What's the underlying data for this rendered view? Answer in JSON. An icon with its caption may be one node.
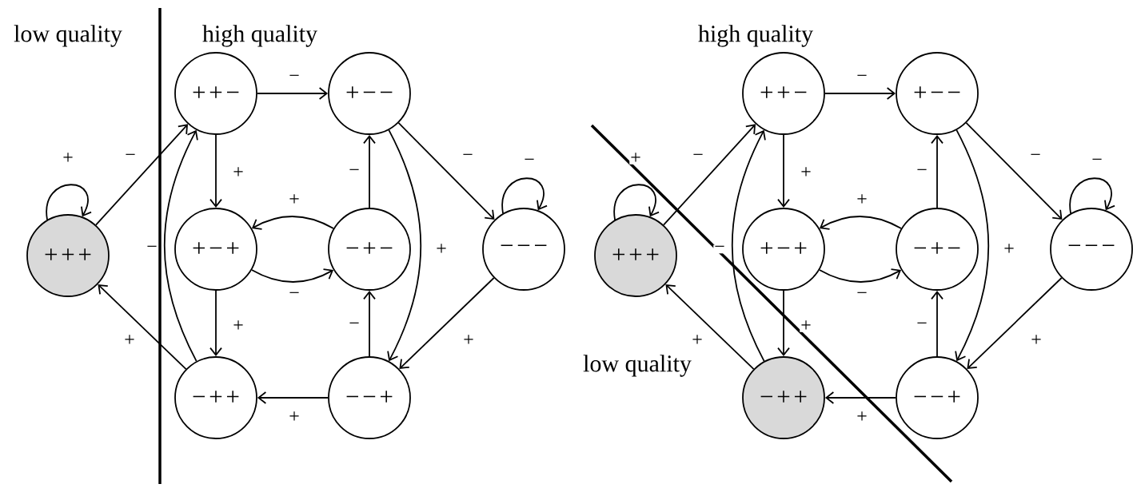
{
  "diagram": {
    "nodes": [
      {
        "text": [
          "+++"
        ]
      },
      {
        "text": [
          "++−"
        ]
      },
      {
        "text": [
          "+−−"
        ]
      },
      {
        "text": [
          "+−+"
        ]
      },
      {
        "text": [
          "−+−"
        ]
      },
      {
        "text": [
          "−−−"
        ]
      },
      {
        "text": [
          "−++"
        ]
      },
      {
        "text": [
          "−−+"
        ]
      },
      {
        "text": [
          "+++"
        ]
      },
      {
        "text": [
          "++−"
        ]
      },
      {
        "text": [
          "+−−"
        ]
      },
      {
        "text": [
          "+−+"
        ]
      },
      {
        "text": [
          "−+−"
        ]
      },
      {
        "text": [
          "−−−"
        ]
      },
      {
        "text": [
          "−++"
        ]
      },
      {
        "text": [
          "−−+"
        ]
      }
    ],
    "edges": [
      {
        "from": 0,
        "to": 0,
        "arrow": "to",
        "label": "+"
      },
      {
        "from": 0,
        "to": 1,
        "arrow": "to",
        "label": "−"
      },
      {
        "from": 6,
        "to": 0,
        "arrow": "to",
        "label": "+"
      },
      {
        "from": 6,
        "to": 1,
        "arrow": "to",
        "label": "−"
      },
      {
        "from": 1,
        "to": 2,
        "arrow": "to",
        "label": "−"
      },
      {
        "from": 1,
        "to": 3,
        "arrow": "to",
        "label": "+"
      },
      {
        "from": 3,
        "to": 6,
        "arrow": "to",
        "label": "+"
      },
      {
        "from": 4,
        "to": 3,
        "arrow": "to",
        "label": "+"
      },
      {
        "from": 3,
        "to": 4,
        "arrow": "to",
        "label": "−"
      },
      {
        "from": 4,
        "to": 2,
        "arrow": "to",
        "label": "−"
      },
      {
        "from": 7,
        "to": 4,
        "arrow": "to",
        "label": "−"
      },
      {
        "from": 2,
        "to": 7,
        "arrow": "to",
        "label": "+"
      },
      {
        "from": 2,
        "to": 5,
        "arrow": "to",
        "label": "−"
      },
      {
        "from": 5,
        "to": 5,
        "arrow": "to",
        "label": "−"
      },
      {
        "from": 5,
        "to": 7,
        "arrow": "to",
        "label": "+"
      },
      {
        "from": 7,
        "to": 6,
        "arrow": "to",
        "label": "+"
      },
      {
        "from": 8,
        "to": 8,
        "arrow": "to",
        "label": "+"
      },
      {
        "from": 8,
        "to": 9,
        "arrow": "to",
        "label": "−"
      },
      {
        "from": 14,
        "to": 8,
        "arrow": "to",
        "label": "+"
      },
      {
        "from": 14,
        "to": 9,
        "arrow": "to",
        "label": "−"
      },
      {
        "from": 9,
        "to": 10,
        "arrow": "to",
        "label": "−"
      },
      {
        "from": 9,
        "to": 11,
        "arrow": "to",
        "label": "+"
      },
      {
        "from": 11,
        "to": 14,
        "arrow": "to",
        "label": "+"
      },
      {
        "from": 12,
        "to": 11,
        "arrow": "to",
        "label": "+"
      },
      {
        "from": 11,
        "to": 12,
        "arrow": "to",
        "label": "−"
      },
      {
        "from": 12,
        "to": 10,
        "arrow": "to",
        "label": "−"
      },
      {
        "from": 15,
        "to": 12,
        "arrow": "to",
        "label": "−"
      },
      {
        "from": 10,
        "to": 15,
        "arrow": "to",
        "label": "+"
      },
      {
        "from": 10,
        "to": 13,
        "arrow": "to",
        "label": "−"
      },
      {
        "from": 13,
        "to": 13,
        "arrow": "to",
        "label": "−"
      },
      {
        "from": 13,
        "to": 15,
        "arrow": "to",
        "label": "+"
      },
      {
        "from": 15,
        "to": 14,
        "arrow": "to",
        "label": "+"
      }
    ],
    "labels": [
      "low quality",
      "high quality",
      "high quality",
      "low quality"
    ]
  }
}
